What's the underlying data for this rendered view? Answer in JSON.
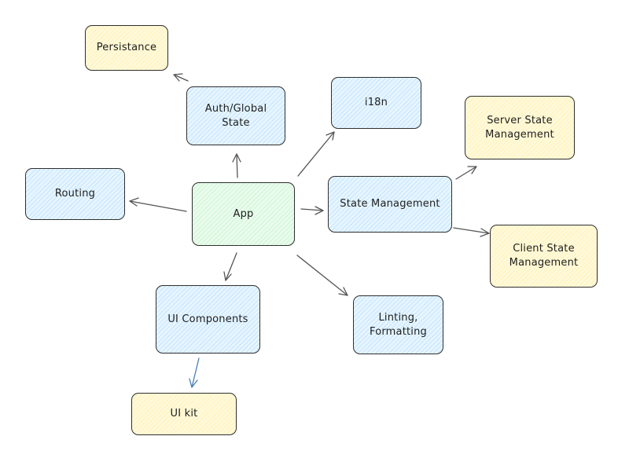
{
  "nodes": {
    "app": {
      "label": "App",
      "color": "green"
    },
    "routing": {
      "label": "Routing",
      "color": "blue"
    },
    "auth": {
      "label": "Auth/Global\nState",
      "color": "blue"
    },
    "persistance": {
      "label": "Persistance",
      "color": "yellow"
    },
    "i18n": {
      "label": "i18n",
      "color": "blue"
    },
    "state_management": {
      "label": "State Management",
      "color": "blue"
    },
    "server_state": {
      "label": "Server State\nManagement",
      "color": "yellow"
    },
    "client_state": {
      "label": "Client State\nManagement",
      "color": "yellow"
    },
    "ui_components": {
      "label": "UI Components",
      "color": "blue"
    },
    "linting": {
      "label": "Linting,\nFormatting",
      "color": "blue"
    },
    "ui_kit": {
      "label": "UI kit",
      "color": "yellow"
    }
  },
  "edges": [
    {
      "from": "app",
      "to": "routing",
      "color": "#555555"
    },
    {
      "from": "app",
      "to": "auth",
      "color": "#555555"
    },
    {
      "from": "auth",
      "to": "persistance",
      "color": "#555555"
    },
    {
      "from": "app",
      "to": "i18n",
      "color": "#555555"
    },
    {
      "from": "app",
      "to": "state_management",
      "color": "#555555"
    },
    {
      "from": "state_management",
      "to": "server_state",
      "color": "#555555"
    },
    {
      "from": "state_management",
      "to": "client_state",
      "color": "#555555"
    },
    {
      "from": "app",
      "to": "ui_components",
      "color": "#555555"
    },
    {
      "from": "app",
      "to": "linting",
      "color": "#555555"
    },
    {
      "from": "ui_components",
      "to": "ui_kit",
      "color": "#4a7fb5"
    }
  ],
  "colors": {
    "green_fill": "#ebfbee",
    "blue_fill": "#e7f5ff",
    "yellow_fill": "#fff9db",
    "stroke": "#2f2f2f"
  }
}
